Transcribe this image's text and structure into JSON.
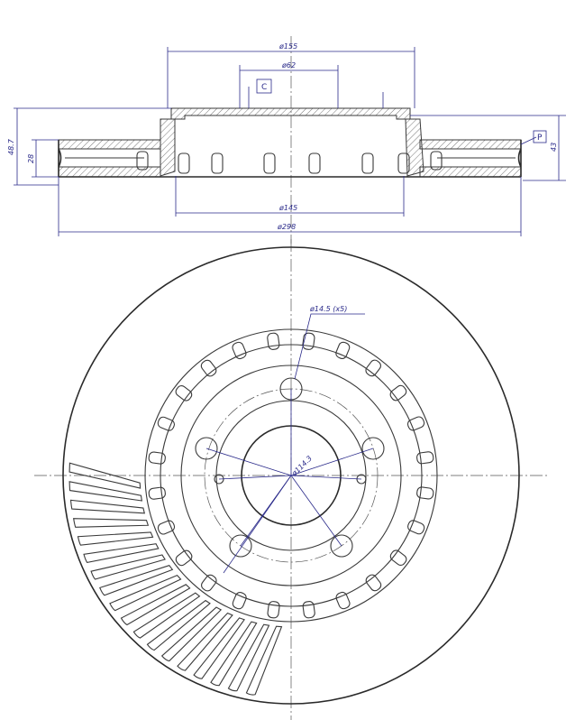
{
  "section_view": {
    "dim_top_outer": "ø155",
    "dim_top_inner": "ø62",
    "dim_hat_width": "ø145",
    "dim_disc_diameter": "ø298",
    "dim_total_height": "48.7",
    "dim_disc_thickness": "28",
    "dim_offset": "43",
    "tolerance_box_c": "C",
    "tolerance_box_p": "P"
  },
  "plan_view": {
    "dim_bolt_hole": "ø14.5 (x5)",
    "dim_pcd": "ø114.3"
  },
  "colors": {
    "line": "#3a3a3a",
    "dimension": "#2a2a8a",
    "background": "#ffffff"
  }
}
